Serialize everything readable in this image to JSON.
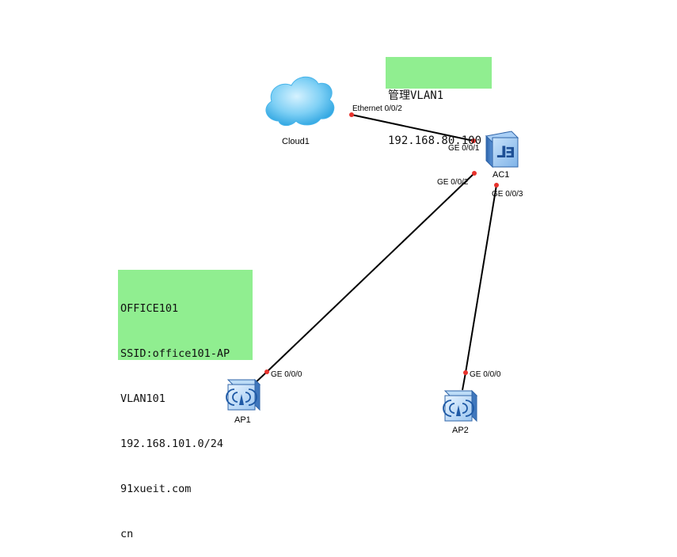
{
  "notes": {
    "management": [
      "管理VLAN1",
      "192.168.80.100"
    ],
    "office": [
      "OFFICE101",
      "SSID:office101-AP",
      "VLAN101",
      "192.168.101.0/24",
      "91xueit.com",
      "cn"
    ]
  },
  "devices": {
    "cloud": {
      "name": "Cloud1",
      "icon": "cloud-icon"
    },
    "ac": {
      "name": "AC1",
      "icon": "access-controller-icon"
    },
    "ap1": {
      "name": "AP1",
      "icon": "wireless-ap-icon"
    },
    "ap2": {
      "name": "AP2",
      "icon": "wireless-ap-icon"
    }
  },
  "ports": {
    "cloud_eth": "Ethernet 0/0/2",
    "ac_ge1": "GE 0/0/1",
    "ac_ge2": "GE 0/0/2",
    "ac_ge3": "GE 0/0/3",
    "ap1_ge0": "GE 0/0/0",
    "ap2_ge0": "GE 0/0/0"
  },
  "colors": {
    "note_bg": "#90ee90",
    "link": "#000000",
    "port_dot": "#e8322c",
    "device_blue": "#3a78c2",
    "cloud_blue": "#5bc0f0"
  }
}
